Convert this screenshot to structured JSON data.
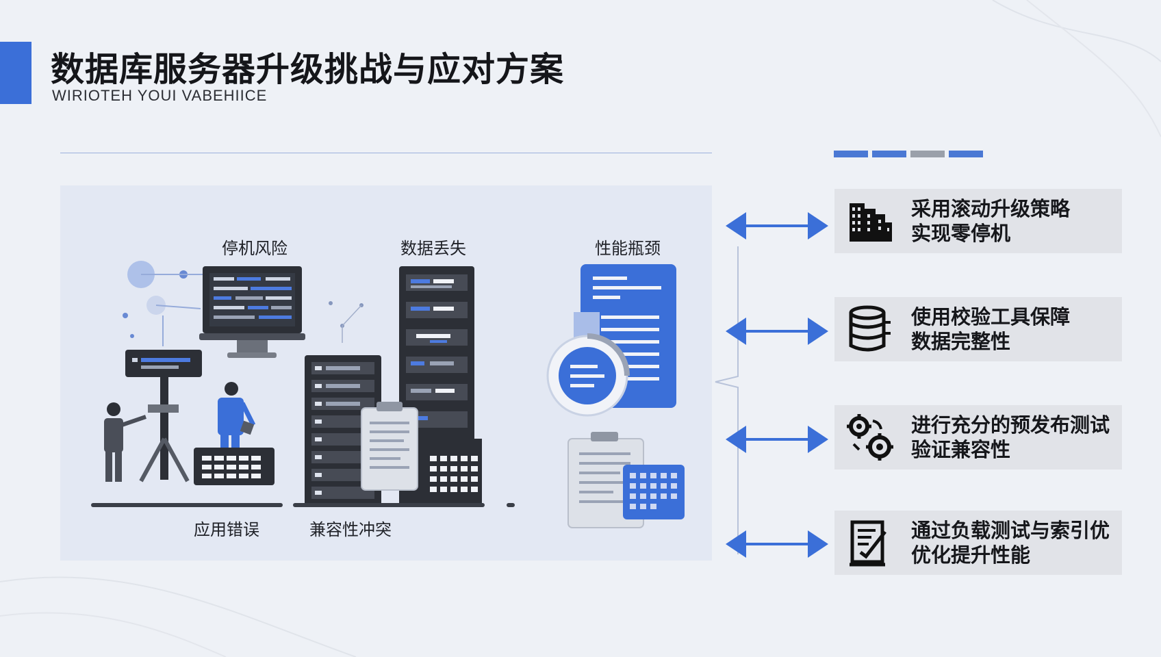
{
  "header": {
    "title": "数据库服务器升级挑战与应对方案",
    "subtitle": "WIRIOTEH YOUI VABEHIICE"
  },
  "challenges": {
    "downtime": "停机风险",
    "data_loss": "数据丢失",
    "performance": "性能瓶颈",
    "app_errors": "应用错误",
    "compat": "兼容性冲突"
  },
  "solutions": [
    {
      "icon": "building-icon",
      "line1": "采用滚动升级策略",
      "line2": "实现零停机"
    },
    {
      "icon": "database-icon",
      "line1": "使用校验工具保障",
      "line2": "数据完整性"
    },
    {
      "icon": "gears-icon",
      "line1": "进行充分的预发布测试",
      "line2": "验证兼容性"
    },
    {
      "icon": "checklist-icon",
      "line1": "通过负载测试与索引优",
      "line2": "优化提升性能"
    }
  ],
  "colors": {
    "accent": "#3b6fd8",
    "dark": "#2c2f36",
    "panel": "#e3e8f3"
  }
}
